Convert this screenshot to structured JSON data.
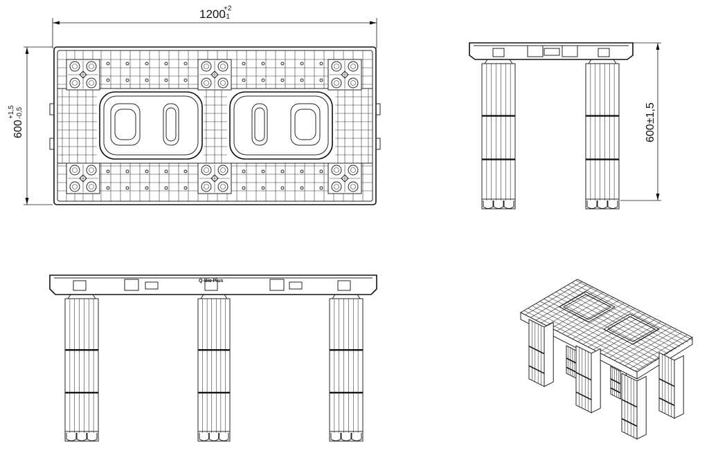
{
  "drawing": {
    "top_view": {
      "width_dimension": {
        "base": "1200",
        "plus": "+2",
        "minus": "-1"
      },
      "height_dimension": {
        "base": "600",
        "plus": "+1,5",
        "minus": "-0,5"
      }
    },
    "side_view": {
      "height_dimension": "600±1,5"
    },
    "front_view": {
      "label": "Q-Bic Plus"
    }
  }
}
